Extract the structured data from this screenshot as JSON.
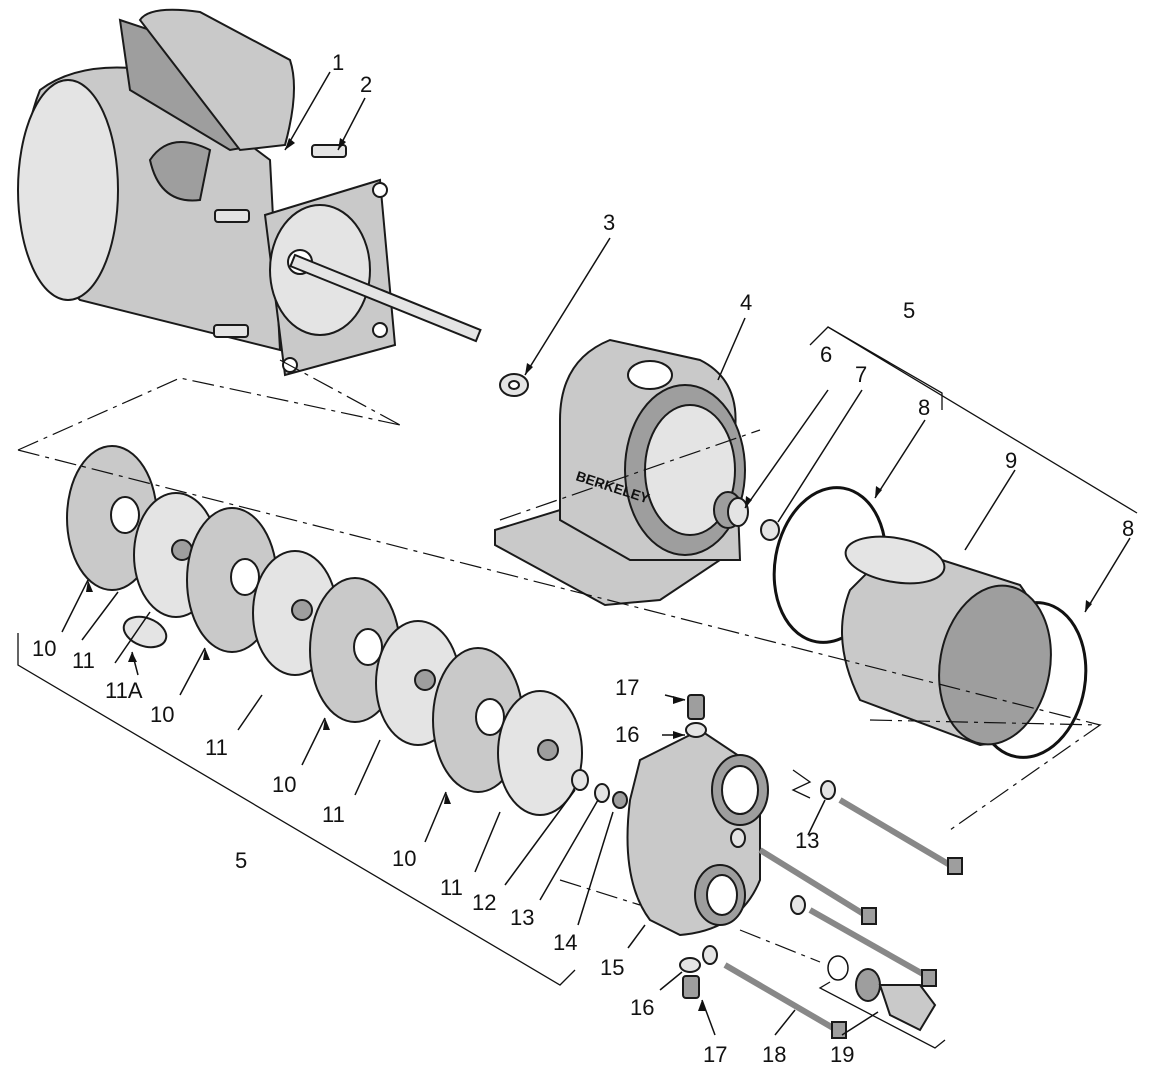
{
  "diagram": {
    "brand_mark": "BERKELEY",
    "callouts": [
      "1",
      "2",
      "3",
      "4",
      "5",
      "6",
      "7",
      "8",
      "8",
      "9",
      "10",
      "10",
      "10",
      "10",
      "11",
      "11",
      "11",
      "11",
      "11A",
      "12",
      "13",
      "13",
      "14",
      "15",
      "16",
      "16",
      "17",
      "17",
      "18",
      "19",
      "5"
    ],
    "labels": {
      "c1": "1",
      "c2": "2",
      "c3": "3",
      "c4": "4",
      "c5a": "5",
      "c6": "6",
      "c7": "7",
      "c8a": "8",
      "c8b": "8",
      "c9": "9",
      "c10a": "10",
      "c10b": "10",
      "c10c": "10",
      "c10d": "10",
      "c11a": "11",
      "c11b": "11",
      "c11c": "11",
      "c11d": "11",
      "c11A": "11A",
      "c12": "12",
      "c13a": "13",
      "c13b": "13",
      "c14": "14",
      "c15": "15",
      "c16a": "16",
      "c16b": "16",
      "c17a": "17",
      "c17b": "17",
      "c18": "18",
      "c19": "19",
      "c5b": "5"
    }
  }
}
